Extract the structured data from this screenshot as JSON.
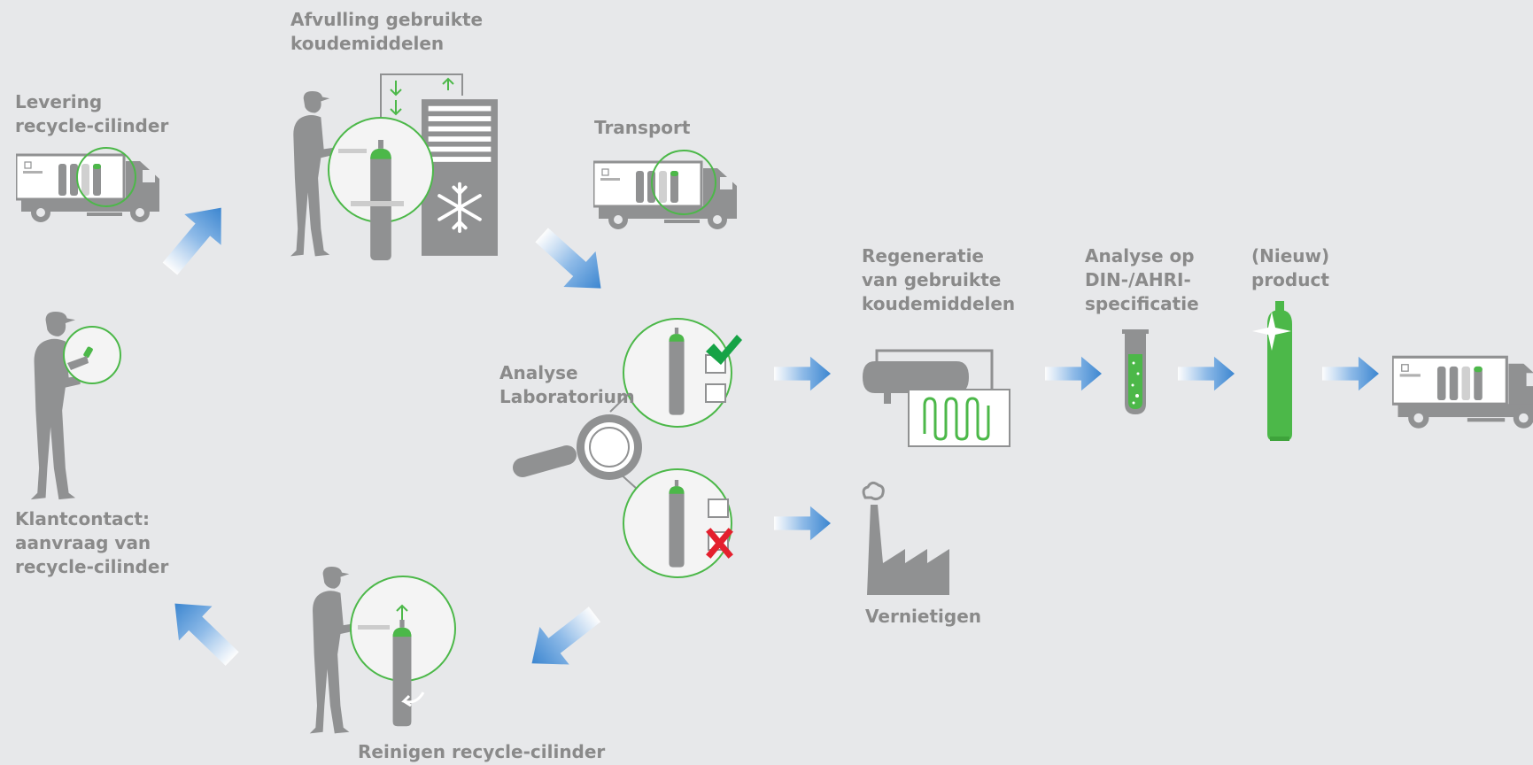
{
  "colors": {
    "background": "#e7e8ea",
    "label": "#8a8a8a",
    "gray": "#909192",
    "green": "#4cb849",
    "circle_fill": "#f4f4f4",
    "arrow_blue": "#4a8fd4",
    "check_green": "#16a346",
    "cross_red": "#e4202e"
  },
  "steps": {
    "levering": [
      "Levering",
      "recycle-cilinder"
    ],
    "afvulling": [
      "Afvulling gebruikte",
      "koudemiddelen"
    ],
    "transport": [
      "Transport"
    ],
    "analyse_lab": [
      "Analyse",
      "Laboratorium"
    ],
    "regeneratie": [
      "Regeneratie",
      "van gebruikte",
      "koudemiddelen"
    ],
    "analyse_spec": [
      "Analyse op",
      "DIN-/AHRI-",
      "specificatie"
    ],
    "nieuw_product": [
      "(Nieuw)",
      "product"
    ],
    "vernietigen": [
      "Vernietigen"
    ],
    "reinigen": [
      "Reinigen recycle-cilinder"
    ],
    "klantcontact": [
      "Klantcontact:",
      "aanvraag van",
      "recycle-cilinder"
    ]
  },
  "icons": [
    "truck-icon",
    "worker-icon",
    "refrigeration-unit-icon",
    "snowflake-icon",
    "gas-cylinder-icon",
    "magnifier-icon",
    "checkmark-icon",
    "cross-icon",
    "regeneration-machine-icon",
    "test-tube-icon",
    "factory-icon",
    "arrow-icon"
  ]
}
